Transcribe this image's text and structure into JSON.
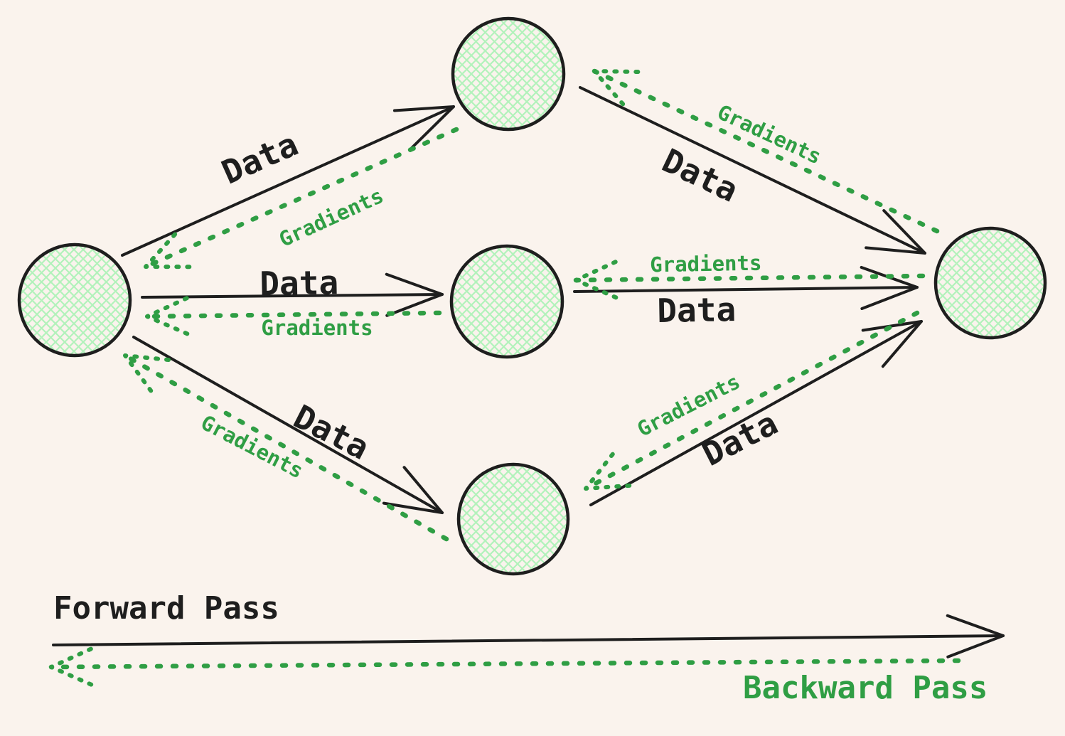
{
  "legend": {
    "forward_label": "Forward Pass",
    "backward_label": "Backward Pass"
  },
  "edges": [
    {
      "id": "input-to-top",
      "data_label": "Data",
      "gradients_label": "Gradients"
    },
    {
      "id": "input-to-middle",
      "data_label": "Data",
      "gradients_label": "Gradients"
    },
    {
      "id": "input-to-bottom",
      "data_label": "Data",
      "gradients_label": "Gradients"
    },
    {
      "id": "top-to-output",
      "data_label": "Data",
      "gradients_label": "Gradients"
    },
    {
      "id": "middle-to-output",
      "data_label": "Data",
      "gradients_label": "Gradients"
    },
    {
      "id": "bottom-to-output",
      "data_label": "Data",
      "gradients_label": "Gradients"
    }
  ],
  "colors": {
    "background": "#faf3ed",
    "forward_stroke": "#1e1e1e",
    "backward_green": "#2f9e44",
    "node_hatch": "#b2f2bb"
  }
}
